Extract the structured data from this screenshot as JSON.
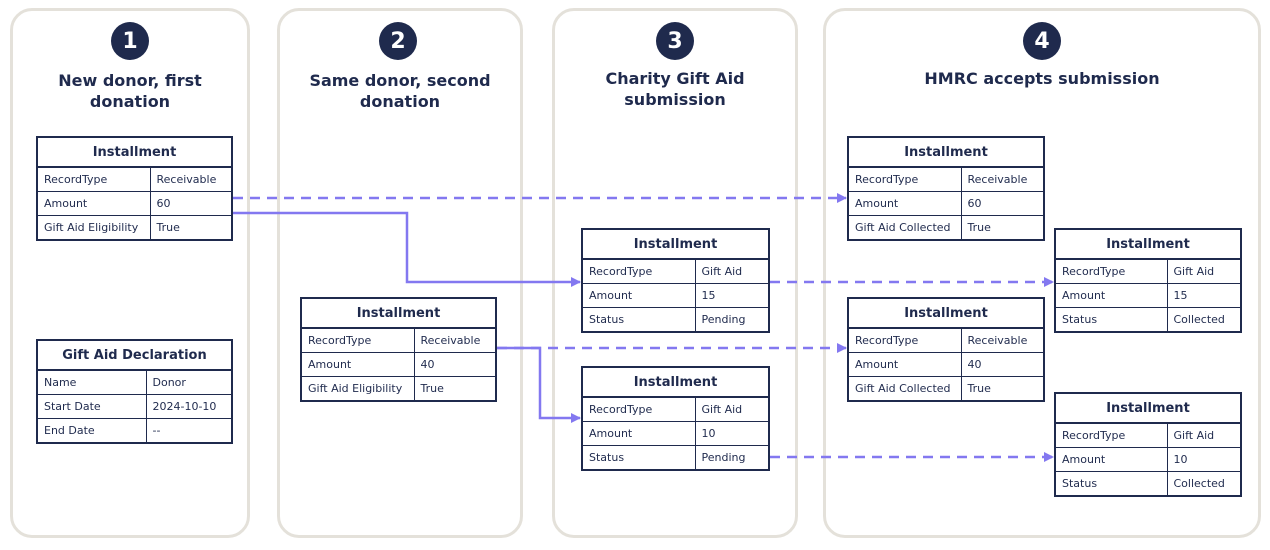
{
  "steps": [
    {
      "number": "1",
      "title_line1": "New donor, first",
      "title_line2": "donation"
    },
    {
      "number": "2",
      "title_line1": "Same donor, second",
      "title_line2": "donation"
    },
    {
      "number": "3",
      "title_line1": "Charity Gift Aid",
      "title_line2": "submission"
    },
    {
      "number": "4",
      "title_line1": "HMRC accepts submission",
      "title_line2": ""
    }
  ],
  "tables": {
    "t1": {
      "title": "Installment",
      "rows": [
        [
          "RecordType",
          "Receivable"
        ],
        [
          "Amount",
          "60"
        ],
        [
          "Gift Aid Eligibility",
          "True"
        ]
      ]
    },
    "t2": {
      "title": "Gift Aid Declaration",
      "rows": [
        [
          "Name",
          "Donor"
        ],
        [
          "Start Date",
          "2024-10-10"
        ],
        [
          "End Date",
          "--"
        ]
      ]
    },
    "t3": {
      "title": "Installment",
      "rows": [
        [
          "RecordType",
          "Receivable"
        ],
        [
          "Amount",
          "40"
        ],
        [
          "Gift Aid Eligibility",
          "True"
        ]
      ]
    },
    "t4": {
      "title": "Installment",
      "rows": [
        [
          "RecordType",
          "Gift Aid"
        ],
        [
          "Amount",
          "15"
        ],
        [
          "Status",
          "Pending"
        ]
      ]
    },
    "t5": {
      "title": "Installment",
      "rows": [
        [
          "RecordType",
          "Gift Aid"
        ],
        [
          "Amount",
          "10"
        ],
        [
          "Status",
          "Pending"
        ]
      ]
    },
    "t6": {
      "title": "Installment",
      "rows": [
        [
          "RecordType",
          "Receivable"
        ],
        [
          "Amount",
          "60"
        ],
        [
          "Gift Aid Collected",
          "True"
        ]
      ]
    },
    "t7": {
      "title": "Installment",
      "rows": [
        [
          "RecordType",
          "Receivable"
        ],
        [
          "Amount",
          "40"
        ],
        [
          "Gift Aid Collected",
          "True"
        ]
      ]
    },
    "t8": {
      "title": "Installment",
      "rows": [
        [
          "RecordType",
          "Gift Aid"
        ],
        [
          "Amount",
          "15"
        ],
        [
          "Status",
          "Collected"
        ]
      ]
    },
    "t9": {
      "title": "Installment",
      "rows": [
        [
          "RecordType",
          "Gift Aid"
        ],
        [
          "Amount",
          "10"
        ],
        [
          "Status",
          "Collected"
        ]
      ]
    }
  },
  "colors": {
    "navy": "#1f2a4d",
    "arrow": "#8378f0",
    "panel_border": "#e4e1da"
  }
}
